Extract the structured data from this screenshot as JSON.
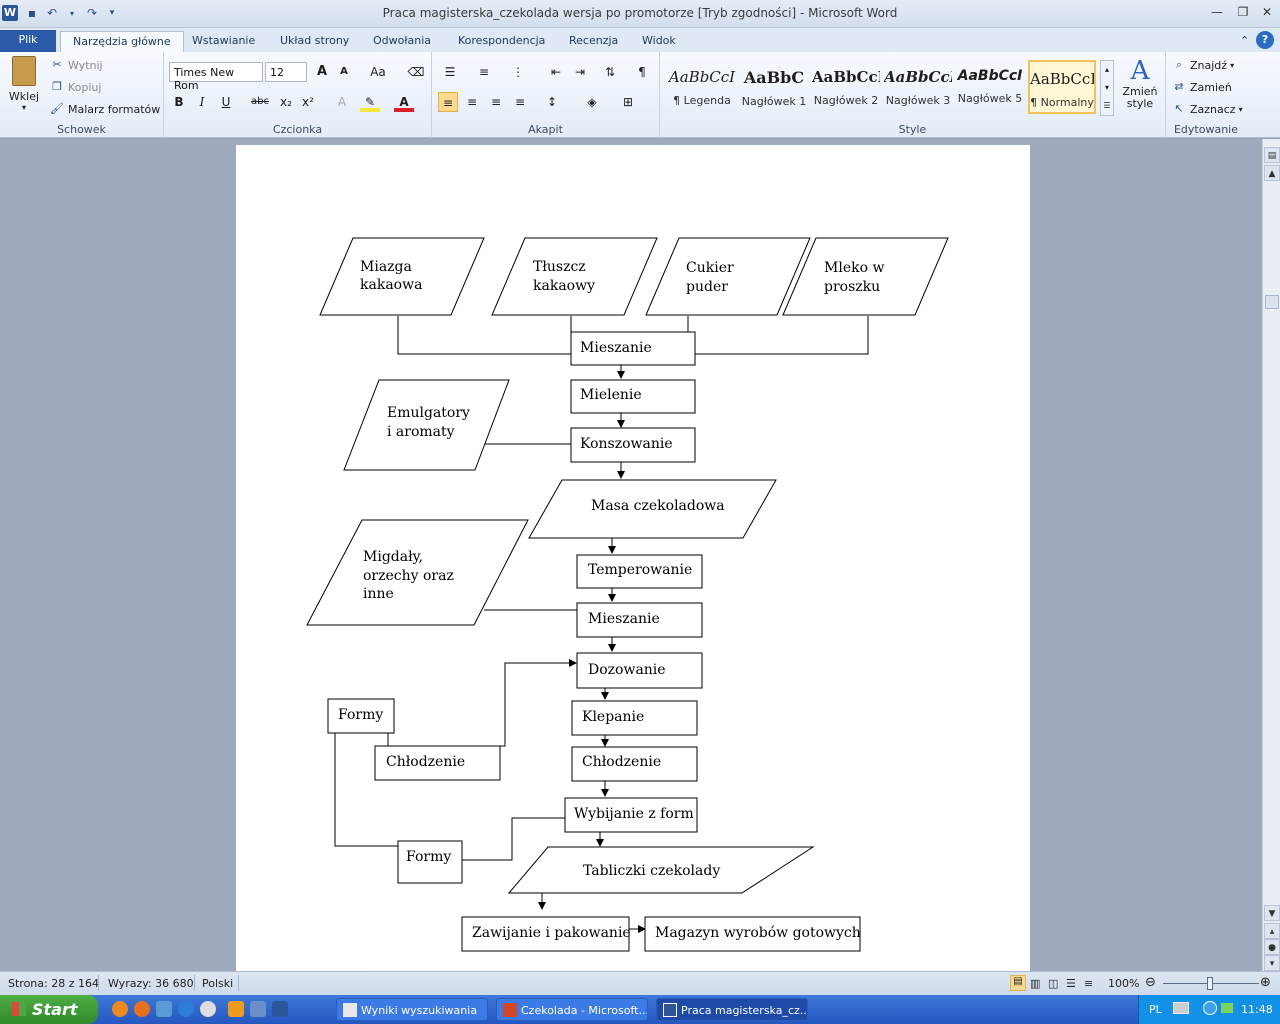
{
  "window": {
    "title": "Praca magisterska_czekolada wersja po promotorze [Tryb zgodności]  -  Microsoft Word",
    "app_logo": "W"
  },
  "tabs": [
    {
      "label": "Plik"
    },
    {
      "label": "Narzędzia główne"
    },
    {
      "label": "Wstawianie"
    },
    {
      "label": "Układ strony"
    },
    {
      "label": "Odwołania"
    },
    {
      "label": "Korespondencja"
    },
    {
      "label": "Recenzja"
    },
    {
      "label": "Widok"
    }
  ],
  "ribbon": {
    "clipboard": {
      "label": "Schowek",
      "paste": "Wklej",
      "cut": "Wytnij",
      "copy": "Kopiuj",
      "painter": "Malarz formatów"
    },
    "font": {
      "label": "Czcionka",
      "font_name": "Times New Rom",
      "font_size": "12",
      "bold": "B",
      "italic": "I",
      "underline": "U",
      "strike": "abc",
      "subscript": "x₂",
      "superscript": "x²",
      "grow": "A",
      "shrink": "A",
      "case": "Aa"
    },
    "paragraph": {
      "label": "Akapit",
      "pilcrow": "¶"
    },
    "styles": {
      "label": "Style",
      "items": [
        {
          "sample": "AaBbCcI",
          "name": "¶ Legenda"
        },
        {
          "sample": "AaBbC",
          "name": "Nagłówek 1"
        },
        {
          "sample": "AaBbCcI",
          "name": "Nagłówek 2"
        },
        {
          "sample": "AaBbCcI",
          "name": "Nagłówek 3"
        },
        {
          "sample": "AaBbCcI",
          "name": "Nagłówek 5"
        },
        {
          "sample": "AaBbCcI",
          "name": "¶ Normalny"
        }
      ],
      "change": "Zmień style"
    },
    "editing": {
      "label": "Edytowanie",
      "find": "Znajdź",
      "replace": "Zamień",
      "select": "Zaznacz"
    }
  },
  "flowchart": {
    "inputs": [
      "Miazga kakaowa",
      "Tłuszcz kakaowy",
      "Cukier puder",
      "Mleko w proszku"
    ],
    "emulgatory": "Emulgatory i aromaty",
    "masa": "Masa czekoladowa",
    "migdaly": "Migdały, orzechy oraz inne",
    "steps": {
      "mieszanie1": "Mieszanie",
      "mielenie": "Mielenie",
      "konszowanie": "Konszowanie",
      "temperowanie": "Temperowanie",
      "mieszanie2": "Mieszanie",
      "dozowanie": "Dozowanie",
      "klepanie": "Klepanie",
      "chlodzenie_main": "Chłodzenie",
      "wybijanie": "Wybijanie  z form",
      "tabliczki": "Tabliczki  czekolady",
      "zawijanie": "Zawijanie i pakowanie",
      "magazyn": "Magazyn wyrobów gotowych",
      "formy1": "Formy",
      "chlodzenie_side": "Chłodzenie",
      "formy2": "Formy"
    }
  },
  "statusbar": {
    "page": "Strona: 28 z 164",
    "words": "Wyrazy: 36 680",
    "language": "Polski",
    "zoom": "100%"
  },
  "taskbar": {
    "start": "Start",
    "tasks": [
      {
        "label": "Wyniki wyszukiwania"
      },
      {
        "label": "Czekolada - Microsoft..."
      },
      {
        "label": "Praca magisterska_cz..."
      }
    ],
    "lang": "PL",
    "clock": "11:48"
  }
}
